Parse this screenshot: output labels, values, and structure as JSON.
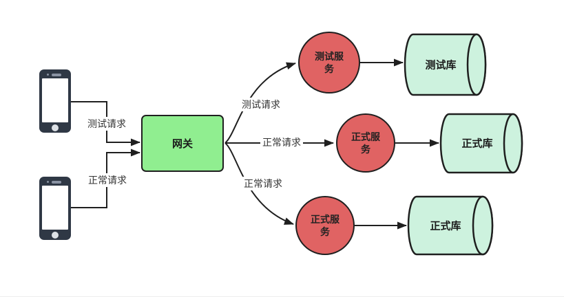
{
  "diagram": {
    "clients": [
      {
        "icon": "smartphone-icon"
      },
      {
        "icon": "smartphone-icon"
      }
    ],
    "gateway": {
      "label": "网关"
    },
    "services": [
      {
        "label": "测试服务"
      },
      {
        "label": "正式服务"
      },
      {
        "label": "正式服务"
      }
    ],
    "databases": [
      {
        "label": "测试库"
      },
      {
        "label": "正式库"
      },
      {
        "label": "正式库"
      }
    ],
    "edge_labels": {
      "client1_to_gateway": "测试请求",
      "client2_to_gateway": "正常请求",
      "gateway_to_test_service": "测试请求",
      "gateway_to_prod_service_mid": "正常请求",
      "gateway_to_prod_service_bottom": "正常请求"
    }
  },
  "colors": {
    "stroke": "#1F1F1F",
    "gateway_fill": "#90EE90",
    "service_fill": "#E06363",
    "database_fill": "#CDF2DE",
    "phone_body": "#2F3845",
    "label_text": "#333333"
  }
}
